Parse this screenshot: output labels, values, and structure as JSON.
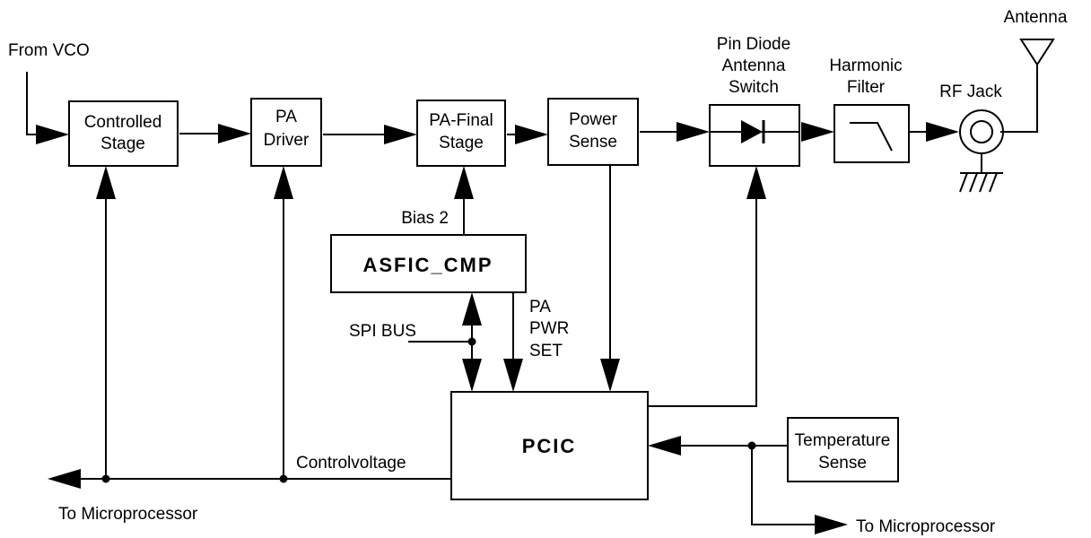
{
  "labels": {
    "from_vco": "From VCO",
    "controlled_stage": [
      "Controlled",
      "Stage"
    ],
    "pa_driver": [
      "PA",
      "Driver"
    ],
    "pa_final": [
      "PA-Final",
      "Stage"
    ],
    "power_sense": [
      "Power",
      "Sense"
    ],
    "pin_diode": [
      "Pin Diode",
      "Antenna",
      "Switch"
    ],
    "harmonic_filter": [
      "Harmonic",
      "Filter"
    ],
    "rf_jack": "RF Jack",
    "antenna": "Antenna",
    "bias2": "Bias 2",
    "asfic": "ASFIC_CMP",
    "spi_bus": "SPI BUS",
    "pa_pwr_set": [
      "PA",
      "PWR",
      "SET"
    ],
    "pcic": "PCIC",
    "temperature_sense": [
      "Temperature",
      "Sense"
    ],
    "controlvoltage": "Controlvoltage",
    "to_micro_left": "To Microprocessor",
    "to_micro_right": "To Microprocessor"
  }
}
